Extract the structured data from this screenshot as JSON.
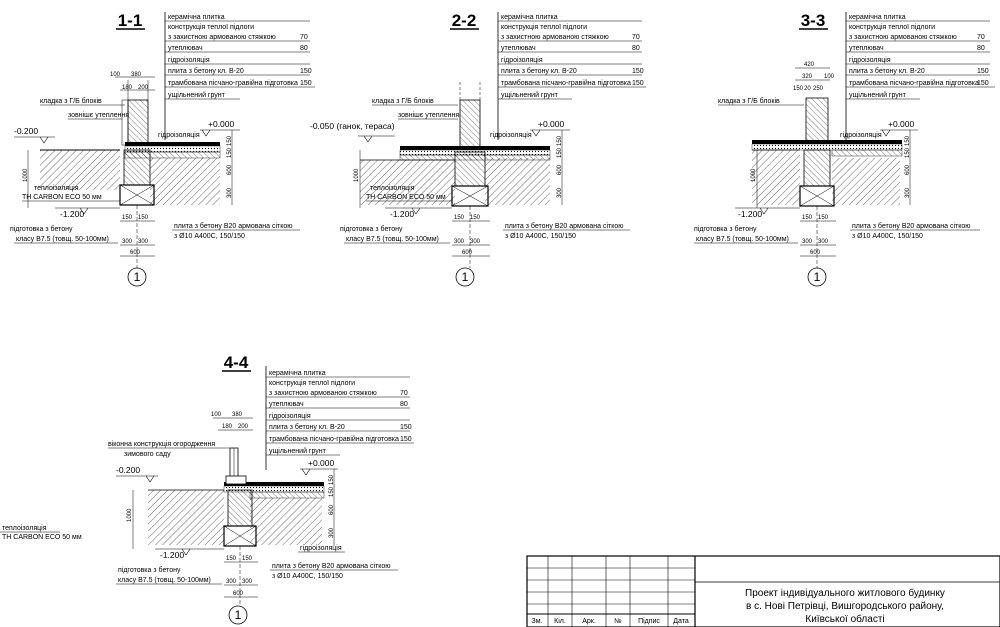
{
  "sections": [
    {
      "title": "1-1",
      "layers": [
        {
          "label": "керамічна плитка",
          "value": ""
        },
        {
          "label": "конструкція теплої підлоги",
          "value": ""
        },
        {
          "label": "з захистною армованою стяжкою",
          "value": "70"
        },
        {
          "label": "утеплювач",
          "value": "80"
        },
        {
          "label": "гідроізоляція",
          "value": ""
        },
        {
          "label": "плита з бетону кл. В-20",
          "value": "150"
        },
        {
          "label": "трамбована пісчано-гравійна підготовка",
          "value": "150"
        },
        {
          "label": "ущільнений грунт",
          "value": ""
        }
      ],
      "notes": {
        "masonry": "кладка з Г/Б блоків",
        "ext_insulation": "зовнішє утеплення",
        "waterproofing": "гідроізоляція",
        "thermal1": "теплоізоляція",
        "thermal2": "TH CARBON ECO 50 мм",
        "prep1": "підготовка з бетону",
        "prep2": "класу В7.5 (товщ. 50-100мм)",
        "slab1": "плита з бетону В20 армована сіткою",
        "slab2": "з Ø10 А400С, 150/150"
      },
      "levels": {
        "left": "-0.200",
        "right": "+0.000",
        "bottom": "-1.200"
      },
      "dims": {
        "top_a": "100",
        "top_b": "380",
        "top_c": "180",
        "top_d": "200",
        "height": "1000",
        "side1": "150",
        "side2": "150",
        "side3": "600",
        "side4": "300",
        "b1": "150",
        "b2": "150",
        "b3": "300",
        "b4": "300",
        "b5": "600"
      },
      "axis": "1"
    },
    {
      "title": "2-2",
      "layers": [
        {
          "label": "керамічна плитка",
          "value": ""
        },
        {
          "label": "конструкція теплої підлоги",
          "value": ""
        },
        {
          "label": "з захистною армованою стяжкою",
          "value": "70"
        },
        {
          "label": "утеплювач",
          "value": "80"
        },
        {
          "label": "гідроізоляція",
          "value": ""
        },
        {
          "label": "плита з бетону кл. В-20",
          "value": "150"
        },
        {
          "label": "трамбована пісчано-гравійна підготовка",
          "value": "150"
        },
        {
          "label": "ущільнений грунт",
          "value": ""
        }
      ],
      "notes": {
        "masonry": "кладка з Г/Б блоків",
        "ext_insulation": "зовнішє утеплення",
        "waterproofing": "гідроізоляція",
        "thermal1": "теплоізоляція",
        "thermal2": "TH CARBON ECO 50 мм",
        "prep1": "підготовка з бетону",
        "prep2": "класу В7.5 (товщ. 50-100мм)",
        "slab1": "плита з бетону В20 армована сіткою",
        "slab2": "з Ø10 А400С, 150/150"
      },
      "levels": {
        "left": "-0.050 (ганок, тераса)",
        "right": "+0.000",
        "bottom": "-1.200"
      },
      "dims": {
        "height": "1000",
        "side1": "150",
        "side2": "150",
        "side3": "600",
        "side4": "300",
        "b1": "150",
        "b2": "150",
        "b3": "300",
        "b4": "300",
        "b5": "600"
      },
      "axis": "1"
    },
    {
      "title": "3-3",
      "layers": [
        {
          "label": "керамічна плитка",
          "value": ""
        },
        {
          "label": "конструкція теплої підлоги",
          "value": ""
        },
        {
          "label": "з захистною армованою стяжкою",
          "value": "70"
        },
        {
          "label": "утеплювач",
          "value": "80"
        },
        {
          "label": "гідроізоляція",
          "value": ""
        },
        {
          "label": "плита з бетону кл. В-20",
          "value": "150"
        },
        {
          "label": "трамбована пісчано-гравійна підготовка",
          "value": "150"
        },
        {
          "label": "ущільнений грунт",
          "value": ""
        }
      ],
      "notes": {
        "masonry": "кладка з Г/Б блоків",
        "waterproofing": "гідроізоляція",
        "prep1": "підготовка з бетону",
        "prep2": "класу В7.5 (товщ. 50-100мм)",
        "slab1": "плита з бетону В20 армована сіткою",
        "slab2": "з Ø10 А400С, 150/150"
      },
      "levels": {
        "right": "+0.000",
        "bottom": "-1.200"
      },
      "dims": {
        "top_a": "420",
        "top_b": "320",
        "top_c": "100",
        "top_d": "150",
        "top_e": "20",
        "top_f": "250",
        "height": "1000",
        "side1": "150",
        "side2": "150",
        "side3": "600",
        "side4": "300",
        "b1": "150",
        "b2": "150",
        "b3": "300",
        "b4": "300",
        "b5": "600"
      },
      "axis": "1"
    },
    {
      "title": "4-4",
      "layers": [
        {
          "label": "керамічна плитка",
          "value": ""
        },
        {
          "label": "конструкція теплої підлоги",
          "value": ""
        },
        {
          "label": "з захистною армованою стяжкою",
          "value": "70"
        },
        {
          "label": "утеплювач",
          "value": "80"
        },
        {
          "label": "гідроізоляція",
          "value": ""
        },
        {
          "label": "плита з бетону кл. В-20",
          "value": "150"
        },
        {
          "label": "трамбована пісчано-гравійна підготовка",
          "value": "150"
        },
        {
          "label": "ущільнений грунт",
          "value": ""
        }
      ],
      "notes": {
        "window1": "віконна конструкція огородження",
        "window2": "зимового саду",
        "waterproofing": "гідроізоляція",
        "prep1": "підготовка з бетону",
        "prep2": "класу В7.5 (товщ. 50-100мм)",
        "slab1": "плита з бетону В20 армована сіткою",
        "slab2": "з Ø10 А400С, 150/150"
      },
      "levels": {
        "left": "-0.200",
        "right": "+0.000",
        "bottom": "-1.200"
      },
      "dims": {
        "top_a": "100",
        "top_b": "380",
        "top_c": "180",
        "top_d": "200",
        "height": "1000",
        "side1": "150",
        "side2": "150",
        "side3": "600",
        "side4": "300",
        "b1": "150",
        "b2": "150",
        "b3": "300",
        "b4": "300",
        "b5": "600"
      },
      "axis": "1"
    }
  ],
  "stray_note": {
    "line1": "теплоізоляція",
    "line2": "TH CARBON ECO 50 мм"
  },
  "title_block": {
    "headers": [
      "Зм.",
      "Кіл.",
      "Арк.",
      "№",
      "Підпис",
      "Дата"
    ],
    "project_line1": "Проект індивідуального житлового будинку",
    "project_line2": "в с. Нові Петрівці, Вишгородського району,",
    "project_line3": "Київської області"
  }
}
